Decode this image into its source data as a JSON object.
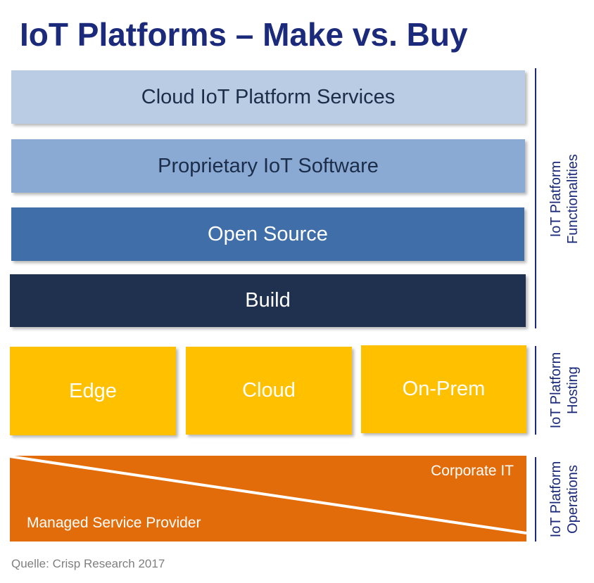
{
  "title": "IoT Platforms – Make vs. Buy",
  "functionalities": {
    "layers": [
      {
        "label": "Cloud IoT Platform Services",
        "color": "#b9cce4"
      },
      {
        "label": "Proprietary IoT Software",
        "color": "#8aaad4"
      },
      {
        "label": "Open Source",
        "color": "#3f6ea9"
      },
      {
        "label": "Build",
        "color": "#20304f"
      }
    ],
    "side_label_line1": "IoT Platform",
    "side_label_line2": "Functionalities"
  },
  "hosting": {
    "options": [
      {
        "label": "Edge"
      },
      {
        "label": "Cloud"
      },
      {
        "label": "On-Prem"
      }
    ],
    "color": "#ffc000",
    "side_label_line1": "IoT Platform",
    "side_label_line2": "Hosting"
  },
  "operations": {
    "corporate_it": "Corporate IT",
    "managed_service_provider": "Managed Service Provider",
    "color": "#e36c0a",
    "side_label_line1": "IoT Platform",
    "side_label_line2": "Operations"
  },
  "source": "Quelle: Crisp Research 2017"
}
